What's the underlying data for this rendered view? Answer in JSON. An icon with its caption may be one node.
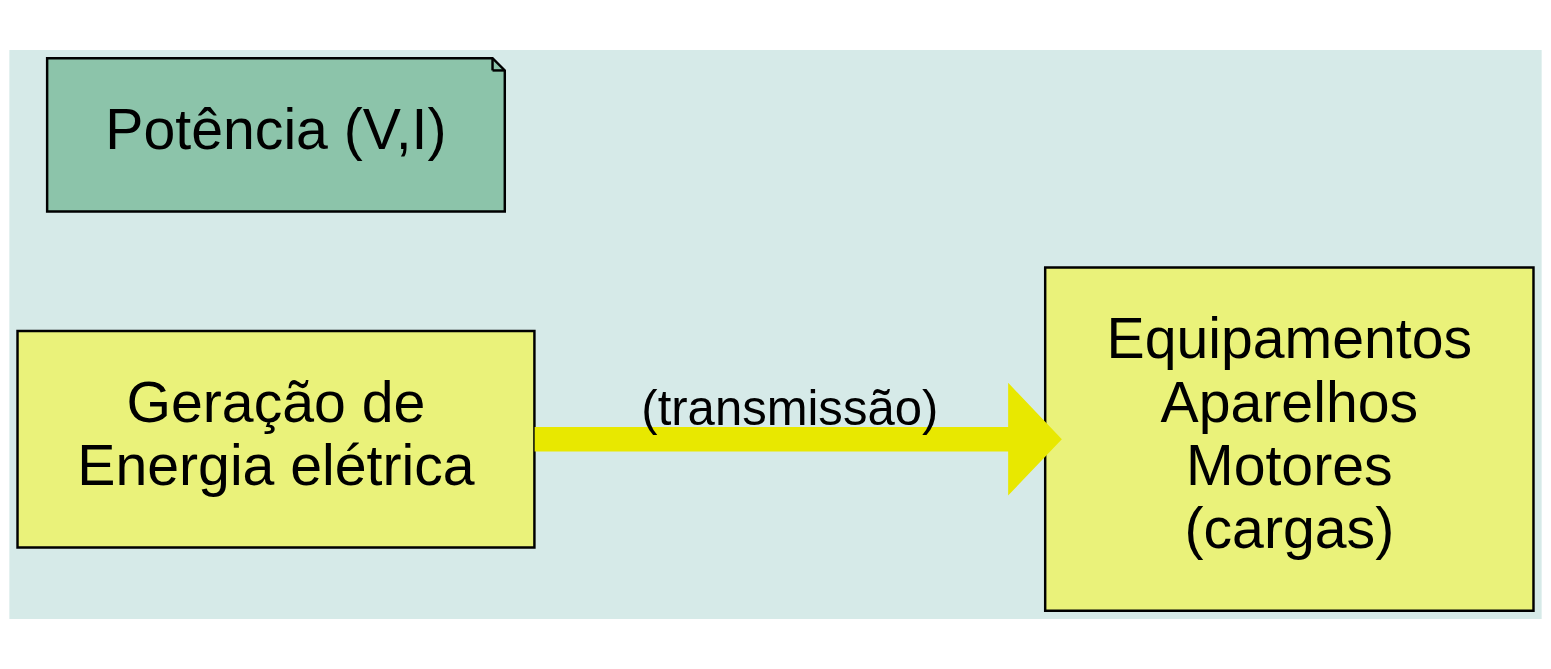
{
  "diagram": {
    "nodes": [
      {
        "text": [
          "Geração de Energia elétrica"
        ]
      },
      {
        "text": [
          "Equipamentos",
          "Aparelhos",
          "Motores",
          "(cargas)"
        ]
      },
      {
        "text": [
          "Potência (V,I)"
        ]
      }
    ],
    "edges": [
      {
        "from": 0,
        "to": 1,
        "arrow": "to",
        "label": "(transmissão)"
      }
    ]
  }
}
